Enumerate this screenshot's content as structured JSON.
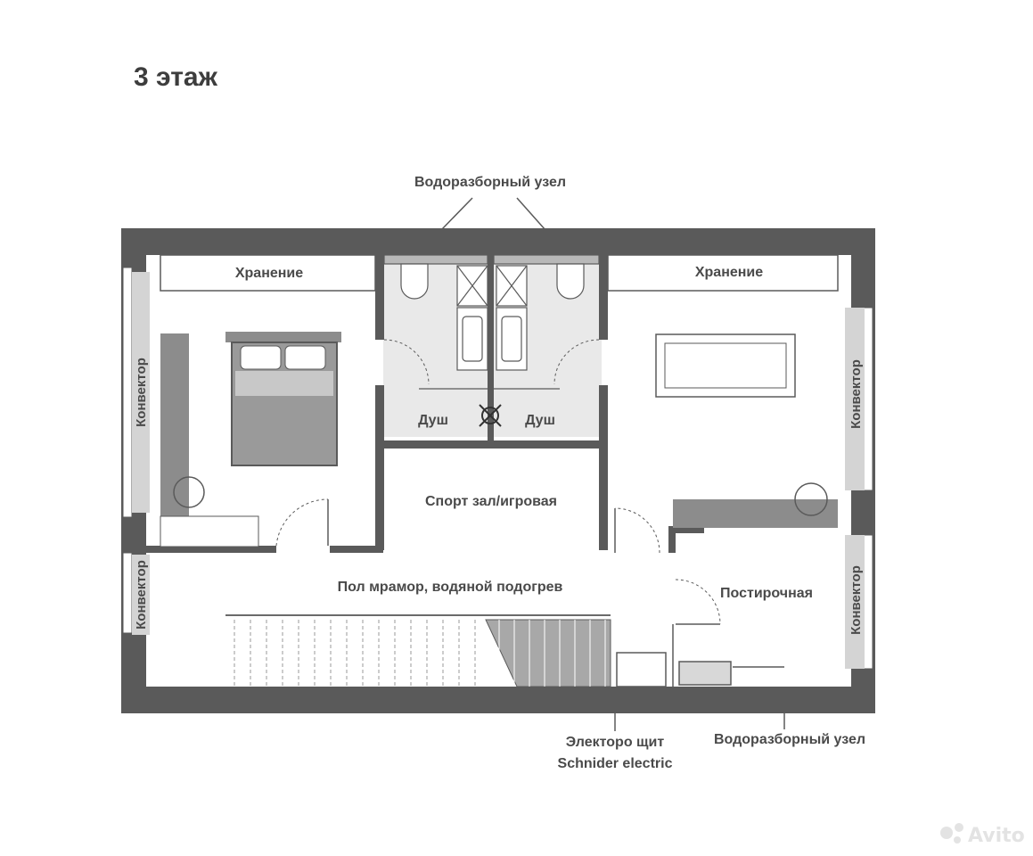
{
  "floor_title": "3 этаж",
  "labels": {
    "water_node_top": "Водоразборный узел",
    "storage_left": "Хранение",
    "storage_right": "Хранение",
    "convector_left_top": "Конвектор",
    "convector_left_bottom": "Конвектор",
    "convector_right_top": "Конвектор",
    "convector_right_bottom": "Конвектор",
    "shower_left": "Душ",
    "shower_right": "Душ",
    "gym": "Спорт зал/игровая",
    "hall_floor": "Пол мрамор, водяной подогрев",
    "laundry": "Постирочная",
    "panel_line1": "Электоро щит",
    "panel_line2": "Schnider electric",
    "water_node_bottom": "Водоразборный узел"
  },
  "watermark": "Avito",
  "colors": {
    "wall": "#5a5a5a",
    "furniture": "#9a9a9a",
    "wet_zone": "#e6e6e6",
    "convector": "#d2d2d2"
  }
}
